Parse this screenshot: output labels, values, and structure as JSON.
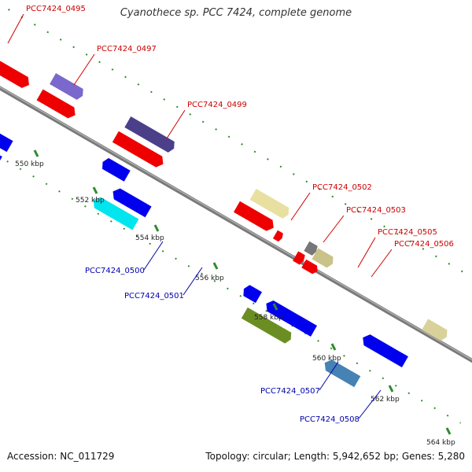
{
  "title": "Cyanothece sp. PCC 7424, complete genome",
  "footer": {
    "accession": "Accession: NC_011729",
    "summary": "Topology: circular; Length: 5,942,652 bp; Genes: 5,280"
  },
  "colors": {
    "backbone": "#888888",
    "tick": "#2e8b2e",
    "forward_label": "#cc0000",
    "reverse_label": "#0000aa"
  },
  "scale_labels": [
    "550 kbp",
    "552 kbp",
    "554 kbp",
    "556 kbp",
    "558 kbp",
    "560 kbp",
    "562 kbp",
    "564 kbp"
  ],
  "gene_labels": [
    {
      "name": "PCC7424_0495",
      "strand": "forward"
    },
    {
      "name": "PCC7424_0497",
      "strand": "forward"
    },
    {
      "name": "PCC7424_0499",
      "strand": "forward"
    },
    {
      "name": "PCC7424_0502",
      "strand": "forward"
    },
    {
      "name": "PCC7424_0503",
      "strand": "forward"
    },
    {
      "name": "PCC7424_0505",
      "strand": "forward"
    },
    {
      "name": "PCC7424_0506",
      "strand": "forward"
    },
    {
      "name": "PCC7424_0500",
      "strand": "reverse"
    },
    {
      "name": "PCC7424_0501",
      "strand": "reverse"
    },
    {
      "name": "PCC7424_0507",
      "strand": "reverse"
    },
    {
      "name": "PCC7424_0508",
      "strand": "reverse"
    }
  ]
}
